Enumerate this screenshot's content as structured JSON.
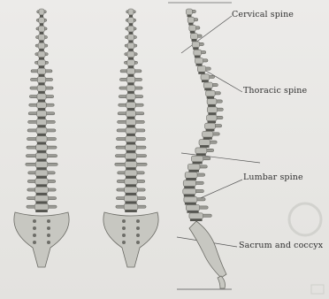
{
  "labels": {
    "cervical": "Cervical spine",
    "thoracic": "Thoracic spine",
    "lumbar": "Lumbar spine",
    "sacrum": "Sacrum and coccyx"
  }
}
